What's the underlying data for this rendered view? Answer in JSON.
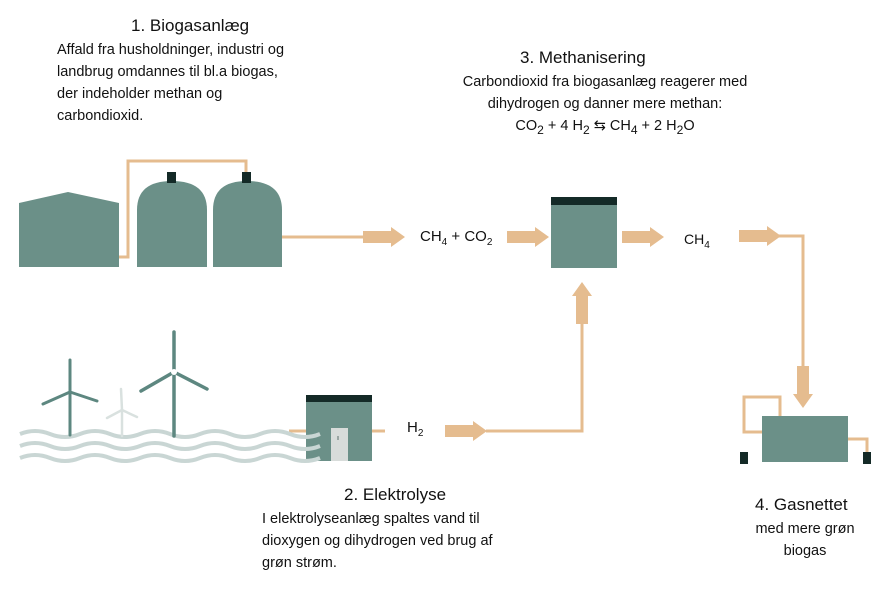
{
  "steps": {
    "biogas": {
      "title": "1. Biogasanlæg",
      "lines": [
        "Affald fra husholdninger, industri og",
        "landbrug omdannes til bl.a biogas,",
        "der indeholder methan og",
        "carbondioxid."
      ]
    },
    "electrolysis": {
      "title": "2. Elektrolyse",
      "lines": [
        "I elektrolyseanlæg spaltes vand til",
        "dioxygen og dihydrogen ved brug af",
        "grøn strøm."
      ]
    },
    "methanation": {
      "title": "3. Methanisering",
      "lines": [
        "Carbondioxid fra biogasanlæg reagerer med",
        "dihydrogen og danner mere methan:"
      ],
      "equation": {
        "co2": "CO",
        "co2_sub": "2",
        "plus1": " + 4 H",
        "h2_sub": "2",
        "arrow": " ⇆ CH",
        "ch4_sub": "4",
        "plus2": " + 2 H",
        "h2o_sub": "2",
        "o": "O"
      }
    },
    "gasnet": {
      "title": "4. Gasnettet",
      "lines": [
        "med mere grøn",
        "biogas"
      ]
    }
  },
  "flow_labels": {
    "ch4_co2": {
      "a": "CH",
      "a_sub": "4",
      "b": " + CO",
      "b_sub": "2"
    },
    "h2": {
      "a": "H",
      "a_sub": "2"
    },
    "ch4": {
      "a": "CH",
      "a_sub": "4"
    }
  },
  "colors": {
    "building": "#6b9088",
    "pipe": "#e5bc8f",
    "dark": "#142a27",
    "door": "#d8dcda",
    "water": "#c9d6d4",
    "turbine": "#5d8780",
    "turbine_light": "#d9e1df"
  }
}
